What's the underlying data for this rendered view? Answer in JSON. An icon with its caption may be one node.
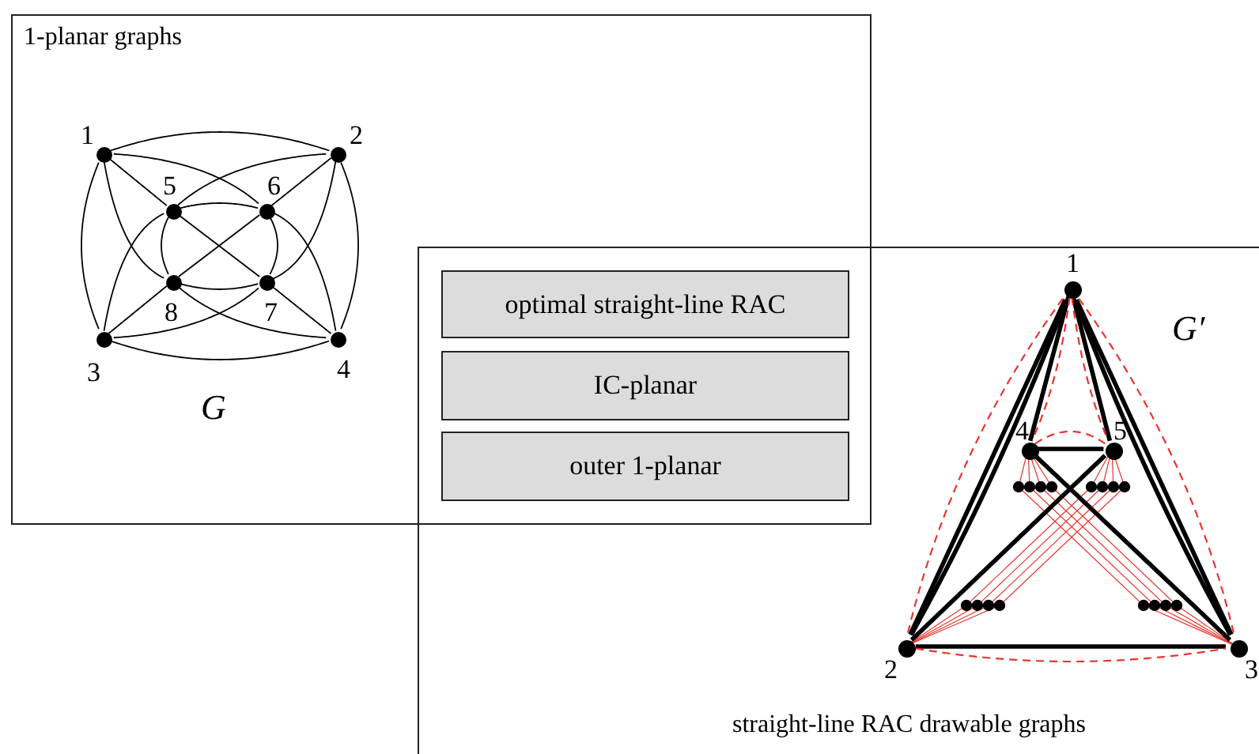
{
  "diagram": {
    "nodes": [
      {
        "text": [
          "1-planar graphs"
        ]
      },
      {
        "text": [
          "straight-line RAC drawable graphs"
        ]
      },
      {
        "text": [
          "optimal straight-line RAC"
        ]
      },
      {
        "text": [
          "IC-planar"
        ]
      },
      {
        "text": [
          "outer 1-planar"
        ]
      },
      {
        "text": [],
        "shape": "circle",
        "beside": [
          "1"
        ],
        "in": 0
      },
      {
        "text": [],
        "shape": "circle",
        "beside": [
          "2"
        ],
        "in": 0
      },
      {
        "text": [],
        "shape": "circle",
        "beside": [
          "3"
        ],
        "in": 0
      },
      {
        "text": [],
        "shape": "circle",
        "beside": [
          "4"
        ],
        "in": 0
      },
      {
        "text": [],
        "shape": "circle",
        "beside": [
          "5"
        ],
        "in": 0
      },
      {
        "text": [],
        "shape": "circle",
        "beside": [
          "6"
        ],
        "in": 0
      },
      {
        "text": [],
        "shape": "circle",
        "beside": [
          "7"
        ],
        "in": 0
      },
      {
        "text": [],
        "shape": "circle",
        "beside": [
          "8"
        ],
        "in": 0
      },
      {
        "text": [],
        "shape": "circle",
        "beside": [
          "1"
        ],
        "in": 1
      },
      {
        "text": [],
        "shape": "circle",
        "beside": [
          "2"
        ],
        "in": 1
      },
      {
        "text": [],
        "shape": "circle",
        "beside": [
          "3"
        ],
        "in": 1
      },
      {
        "text": [],
        "shape": "circle",
        "beside": [
          "4"
        ],
        "in": 1
      },
      {
        "text": [],
        "shape": "circle",
        "beside": [
          "5"
        ],
        "in": 1
      }
    ],
    "edges": [
      {
        "from": 5,
        "to": 6,
        "arrow": "none"
      },
      {
        "from": 5,
        "to": 7,
        "arrow": "none"
      },
      {
        "from": 6,
        "to": 8,
        "arrow": "none"
      },
      {
        "from": 7,
        "to": 8,
        "arrow": "none"
      },
      {
        "from": 5,
        "to": 9,
        "arrow": "none"
      },
      {
        "from": 5,
        "to": 10,
        "arrow": "none"
      },
      {
        "from": 5,
        "to": 12,
        "arrow": "none"
      },
      {
        "from": 6,
        "to": 10,
        "arrow": "none"
      },
      {
        "from": 6,
        "to": 9,
        "arrow": "none"
      },
      {
        "from": 6,
        "to": 11,
        "arrow": "none"
      },
      {
        "from": 7,
        "to": 12,
        "arrow": "none"
      },
      {
        "from": 7,
        "to": 9,
        "arrow": "none"
      },
      {
        "from": 7,
        "to": 11,
        "arrow": "none"
      },
      {
        "from": 8,
        "to": 11,
        "arrow": "none"
      },
      {
        "from": 8,
        "to": 10,
        "arrow": "none"
      },
      {
        "from": 8,
        "to": 12,
        "arrow": "none"
      },
      {
        "from": 9,
        "to": 10,
        "arrow": "none"
      },
      {
        "from": 9,
        "to": 12,
        "arrow": "none"
      },
      {
        "from": 9,
        "to": 11,
        "arrow": "none"
      },
      {
        "from": 10,
        "to": 12,
        "arrow": "none"
      },
      {
        "from": 10,
        "to": 11,
        "arrow": "none"
      },
      {
        "from": 12,
        "to": 11,
        "arrow": "none"
      },
      {
        "from": 13,
        "to": 14,
        "arrow": "none",
        "style": "thick"
      },
      {
        "from": 13,
        "to": 14,
        "arrow": "none",
        "style": "thick"
      },
      {
        "from": 13,
        "to": 15,
        "arrow": "none",
        "style": "thick"
      },
      {
        "from": 13,
        "to": 15,
        "arrow": "none",
        "style": "thick"
      },
      {
        "from": 13,
        "to": 16,
        "arrow": "none",
        "style": "thick"
      },
      {
        "from": 13,
        "to": 17,
        "arrow": "none",
        "style": "thick"
      },
      {
        "from": 16,
        "to": 17,
        "arrow": "none",
        "style": "thick"
      },
      {
        "from": 14,
        "to": 15,
        "arrow": "none",
        "style": "thick"
      },
      {
        "from": 14,
        "to": 17,
        "arrow": "none",
        "style": "thick"
      },
      {
        "from": 15,
        "to": 16,
        "arrow": "none",
        "style": "thick"
      },
      {
        "from": 13,
        "to": 14,
        "arrow": "none",
        "style": "dashed",
        "color": "#e8352e"
      },
      {
        "from": 13,
        "to": 15,
        "arrow": "none",
        "style": "dashed",
        "color": "#e8352e"
      },
      {
        "from": 14,
        "to": 15,
        "arrow": "none",
        "style": "dashed",
        "color": "#e8352e"
      },
      {
        "from": 16,
        "to": 17,
        "arrow": "none",
        "style": "dashed",
        "color": "#e8352e"
      },
      {
        "from": 13,
        "to": 16,
        "arrow": "none",
        "style": "dashed",
        "color": "#e8352e"
      },
      {
        "from": 13,
        "to": 17,
        "arrow": "none",
        "style": "dashed",
        "color": "#e8352e"
      }
    ],
    "labels": [
      "G",
      "G′"
    ]
  }
}
